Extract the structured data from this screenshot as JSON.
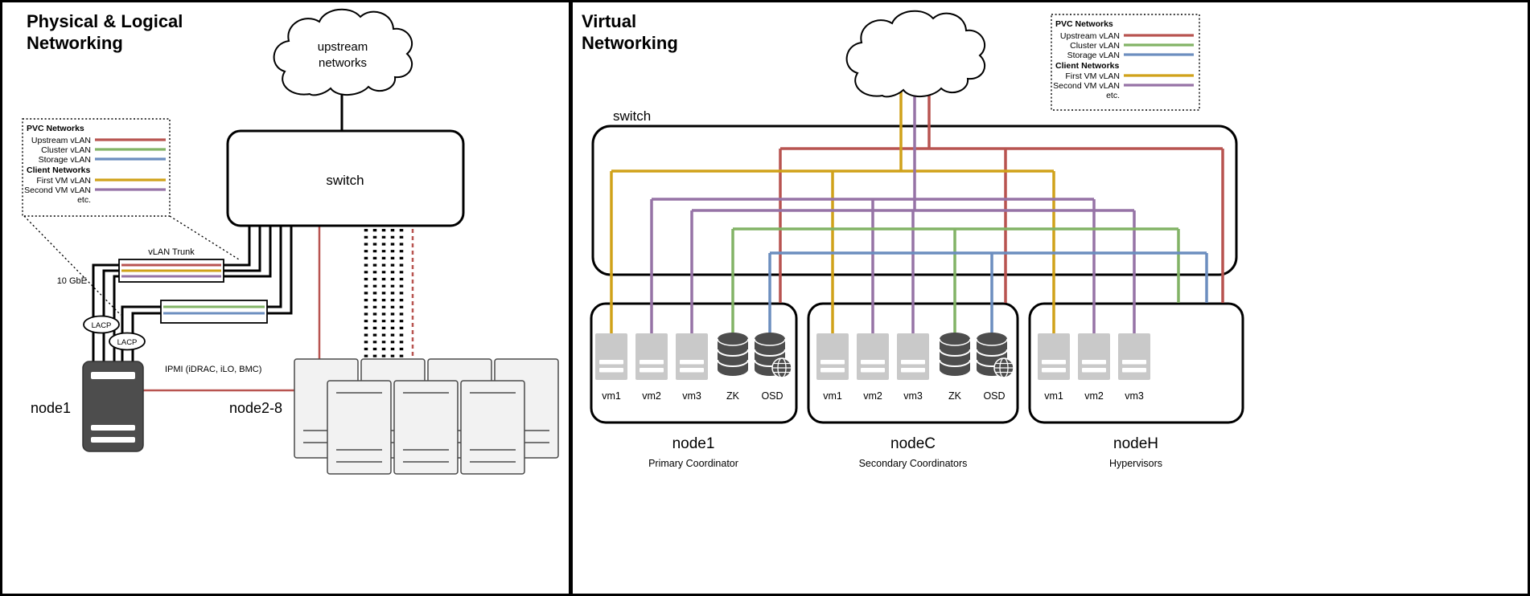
{
  "colors": {
    "upstream_vlan": "#B85450",
    "cluster_vlan": "#82B366",
    "storage_vlan": "#6C8EBF",
    "first_vm_vlan": "#D0A21A",
    "second_vm_vlan": "#9673A6"
  },
  "legend": {
    "pvc_title": "PVC Networks",
    "upstream_label": "Upstream vLAN",
    "cluster_label": "Cluster vLAN",
    "storage_label": "Storage vLAN",
    "client_title": "Client Networks",
    "first_vm_label": "First VM vLAN",
    "second_vm_label": "Second VM vLAN",
    "etc_label": "etc."
  },
  "left_panel": {
    "title_line1": "Physical & Logical",
    "title_line2": "Networking",
    "cloud_label_line1": "upstream",
    "cloud_label_line2": "networks",
    "switch_label": "switch",
    "vlan_trunk_label": "vLAN Trunk",
    "ten_gbe_label": "10 GbE",
    "lacp_label": "LACP",
    "ipmi_label": "IPMI (iDRAC, iLO, BMC)",
    "node1_label": "node1",
    "node2_8_label": "node2-8"
  },
  "right_panel": {
    "title_line1": "Virtual",
    "title_line2": "Networking",
    "switch_label": "switch",
    "nodes": [
      {
        "name": "node1",
        "subtitle": "Primary Coordinator",
        "items": [
          "vm1",
          "vm2",
          "vm3",
          "ZK",
          "OSD"
        ]
      },
      {
        "name": "nodeC",
        "subtitle": "Secondary Coordinators",
        "items": [
          "vm1",
          "vm2",
          "vm3",
          "ZK",
          "OSD"
        ]
      },
      {
        "name": "nodeH",
        "subtitle": "Hypervisors",
        "items": [
          "vm1",
          "vm2",
          "vm3"
        ]
      }
    ]
  }
}
